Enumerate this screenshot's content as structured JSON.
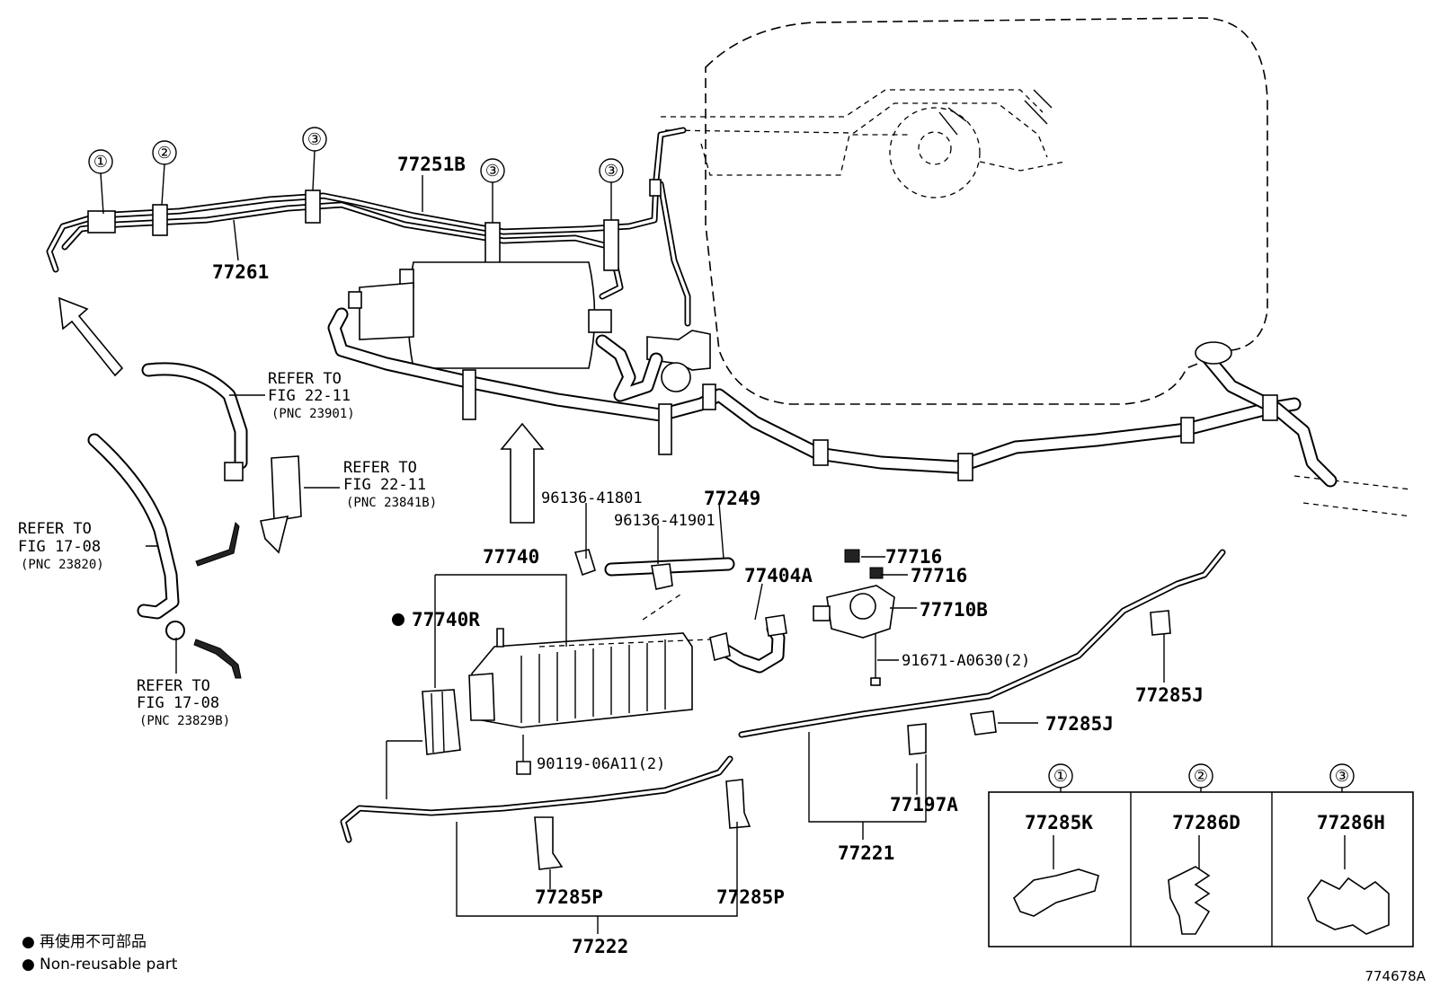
{
  "diagram": {
    "catalog_number": "774678A",
    "legend": {
      "marker": "●",
      "lines": [
        "再使用不可部品",
        "Non-reusable part"
      ]
    },
    "callouts": [
      "①",
      "②",
      "③"
    ],
    "references": [
      {
        "line1": "REFER TO",
        "line2": "FIG 22-11",
        "pnc": "(PNC 23901)"
      },
      {
        "line1": "REFER TO",
        "line2": "FIG 22-11",
        "pnc": "(PNC 23841B)"
      },
      {
        "line1": "REFER TO",
        "line2": "FIG 17-08",
        "pnc": "(PNC 23820)"
      },
      {
        "line1": "REFER TO",
        "line2": "FIG 17-08",
        "pnc": "(PNC 23829B)"
      }
    ],
    "parts": {
      "p77251B": "77251B",
      "p77261": "77261",
      "p77740": "77740",
      "p77740R": "77740R",
      "p96136_41801": "96136-41801",
      "p96136_41901": "96136-41901",
      "p77249": "77249",
      "p77404A": "77404A",
      "p77716a": "77716",
      "p77716b": "77716",
      "p77710B": "77710B",
      "p91671": "91671-A0630(2)",
      "p77285J_a": "77285J",
      "p77285J_b": "77285J",
      "p90119": "90119-06A11(2)",
      "p77197A": "77197A",
      "p77221": "77221",
      "p77285P_a": "77285P",
      "p77285P_b": "77285P",
      "p77222": "77222"
    },
    "clamp_table": [
      {
        "callout": "①",
        "part": "77285K"
      },
      {
        "callout": "②",
        "part": "77286D"
      },
      {
        "callout": "③",
        "part": "77286H"
      }
    ]
  }
}
